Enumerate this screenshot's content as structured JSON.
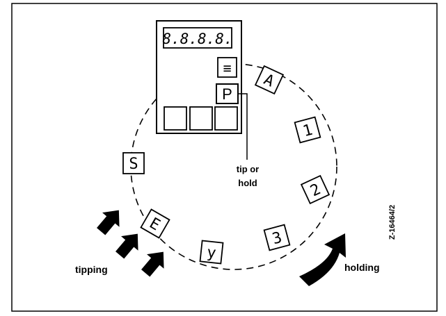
{
  "device": {
    "display_readout": "8.8.8.8.",
    "top_indicator_symbol": "≡",
    "program_key_label": "P",
    "function_keys_count": 3
  },
  "annotations": {
    "key_callout": [
      "tip or",
      "hold"
    ],
    "tipping": "tipping",
    "holding": "holding",
    "figure_code": "Z-16464/2"
  },
  "cycle_symbols": [
    {
      "id": "A",
      "glyph": "A"
    },
    {
      "id": "1",
      "glyph": "1"
    },
    {
      "id": "2",
      "glyph": "2"
    },
    {
      "id": "3",
      "glyph": "3"
    },
    {
      "id": "y",
      "glyph": "y"
    },
    {
      "id": "E",
      "glyph": "E"
    },
    {
      "id": "S",
      "glyph": "S"
    }
  ]
}
